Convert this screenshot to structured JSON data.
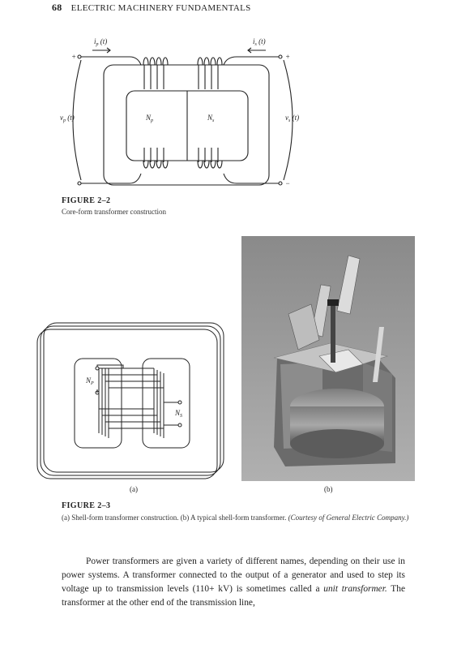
{
  "header": {
    "page_number": "68",
    "running_title": "ELECTRIC MACHINERY FUNDAMENTALS"
  },
  "figure_2_2": {
    "title": "FIGURE 2–2",
    "caption": "Core-form transformer construction",
    "labels": {
      "ip": "i",
      "ip_sub": "p",
      "ip_arg": " (t)",
      "is": "i",
      "is_sub": "s",
      "is_arg": " (t)",
      "vp": "v",
      "vp_sub": "p",
      "vp_arg": " (t)",
      "vs": "v",
      "vs_sub": "s",
      "vs_arg": " (t)",
      "Np": "N",
      "Np_sub": "p",
      "Ns": "N",
      "Ns_sub": "s",
      "plus": "+",
      "minus": "−"
    }
  },
  "figure_2_3": {
    "title": "FIGURE 2–3",
    "caption_a": "(a) Shell-form transformer construction. (b) A typical shell-form transformer. ",
    "caption_credit": "(Courtesy of General Electric Company.)",
    "sub_a": "(a)",
    "sub_b": "(b)",
    "labels": {
      "Np": "N",
      "Np_sub": "P",
      "Ns": "N",
      "Ns_sub": "S"
    }
  },
  "body_text": {
    "para_1": "Power transformers are given a variety of different names, depending on their use in power systems. A transformer connected to the output of a generator and used to step its voltage up to transmission levels (110+ kV) is sometimes called a ",
    "para_1_italic": "unit transformer.",
    "para_1_end": " The transformer at the other end of the transmission line,"
  }
}
